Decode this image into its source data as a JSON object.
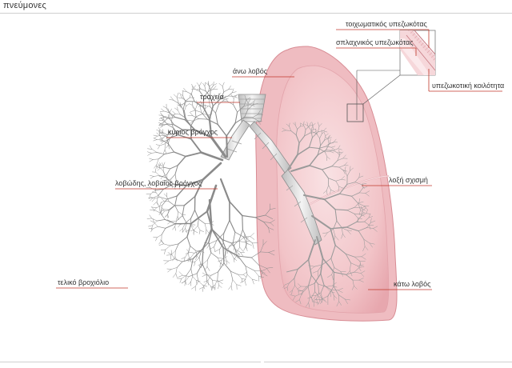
{
  "page": {
    "title": "πνεύμονες"
  },
  "labels": {
    "upper_lobe": "άνω λοβός",
    "trachea": "τραχεία",
    "main_bronchus": "κύριος βρόγχος",
    "lobar_bronchus": "λοβώδης, λοβαίος βρόγχος",
    "terminal_bronchiole": "τελικό βροχιόλιο",
    "parietal_pleura": "τοιχωματικός υπεζωκότας",
    "visceral_pleura": "σπλαχνικός υπεζωκότας",
    "pleural_cavity": "υπεζωκοτική κοιλότητα",
    "oblique_fissure": "λοξή σχισμή",
    "lower_lobe": "κάτω λοβός"
  },
  "colors": {
    "lung_fill": "#f2c4c8",
    "lung_edge": "#d9878f",
    "lung_inner": "#f7dadd",
    "airway": "#e6e6e6",
    "airway_edge": "#9a9a9a",
    "leader": "#c0392b"
  }
}
